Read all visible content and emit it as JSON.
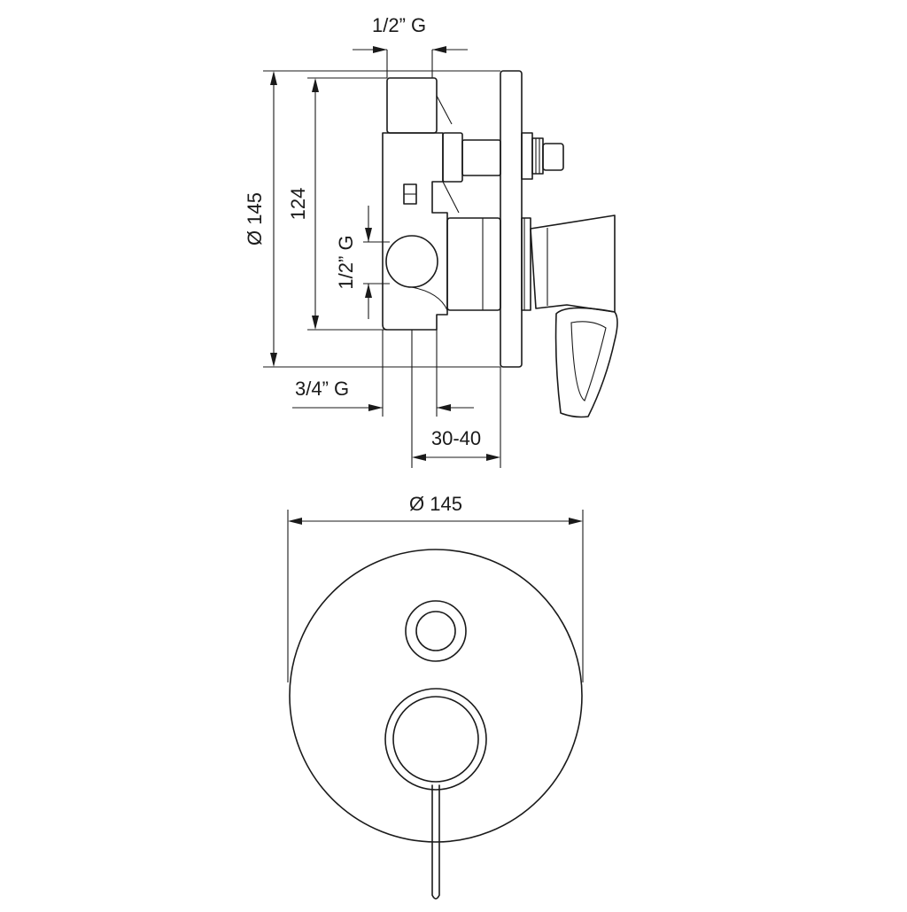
{
  "side_view": {
    "inlet_top_label": "1/2” G",
    "plate_diameter_label": "Ø 145",
    "body_height_label": "124",
    "outlet_side_label": "1/2” G",
    "inlet_bottom_label": "3/4” G",
    "depth_range_label": "30-40"
  },
  "front_view": {
    "plate_diameter_label": "Ø 145"
  }
}
